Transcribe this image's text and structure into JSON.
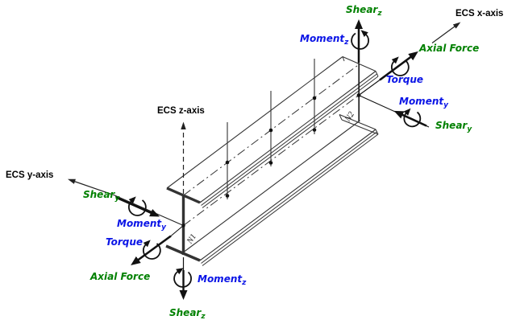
{
  "figure": {
    "description": "Element Coordinate System (ECS) of a beam element: I-beam in isometric view with nodal forces and moments at nodes N1 and N2",
    "background": "#ffffff"
  },
  "colors": {
    "force_label_green": "#008000",
    "moment_label_blue": "#0a14e6",
    "axis_label_black": "#000000",
    "line_color": "#333333"
  },
  "labels": {
    "ecs_x": "ECS x-axis",
    "ecs_y": "ECS y-axis",
    "ecs_z": "ECS z-axis",
    "node_n1": "N1",
    "node_n2": "N2",
    "n2_shear_z": {
      "base": "Shear",
      "sub": "z"
    },
    "n2_moment_z": {
      "base": "Moment",
      "sub": "z"
    },
    "n2_axial": "Axial Force",
    "n2_torque": "Torque",
    "n2_moment_y": {
      "base": "Moment",
      "sub": "y"
    },
    "n2_shear_y": {
      "base": "Shear",
      "sub": "y"
    },
    "n1_shear_y": {
      "base": "Shear",
      "sub": "y"
    },
    "n1_moment_y": {
      "base": "Moment",
      "sub": "y"
    },
    "n1_torque": "Torque",
    "n1_axial": "Axial Force",
    "n1_moment_z": {
      "base": "Moment",
      "sub": "z"
    },
    "n1_shear_z": {
      "base": "Shear",
      "sub": "z"
    }
  }
}
